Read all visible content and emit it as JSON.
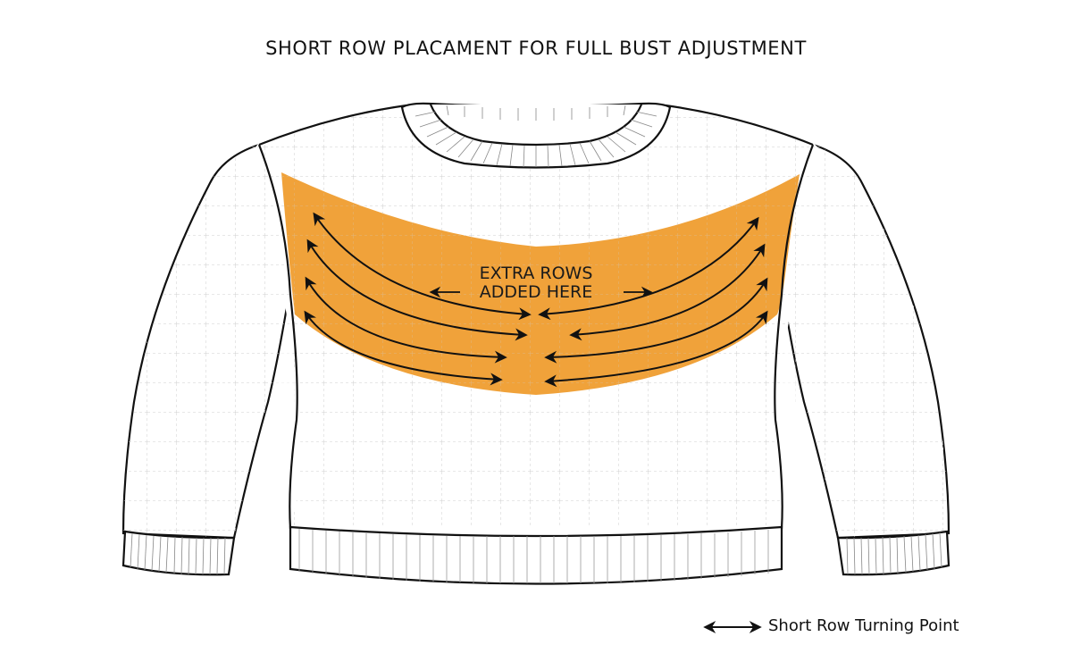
{
  "title": "SHORT ROW PLACAMENT FOR FULL BUST ADJUSTMENT",
  "annotation": {
    "line1": "EXTRA ROWS",
    "line2": "ADDED HERE"
  },
  "legend": {
    "icon": "double-headed-arrow-icon",
    "label": "Short Row Turning Point"
  },
  "garment": {
    "type": "crew-neck sweater, front view",
    "features": [
      "ribbed neckband",
      "ribbed cuffs",
      "ribbed hem",
      "dashed grid overlay"
    ],
    "highlight_region": "bust / chest band",
    "short_row_pairs": 4
  },
  "colors": {
    "highlight": "#F0A23A",
    "outline": "#111111",
    "grid": "#c8c8c8",
    "background": "#ffffff"
  }
}
